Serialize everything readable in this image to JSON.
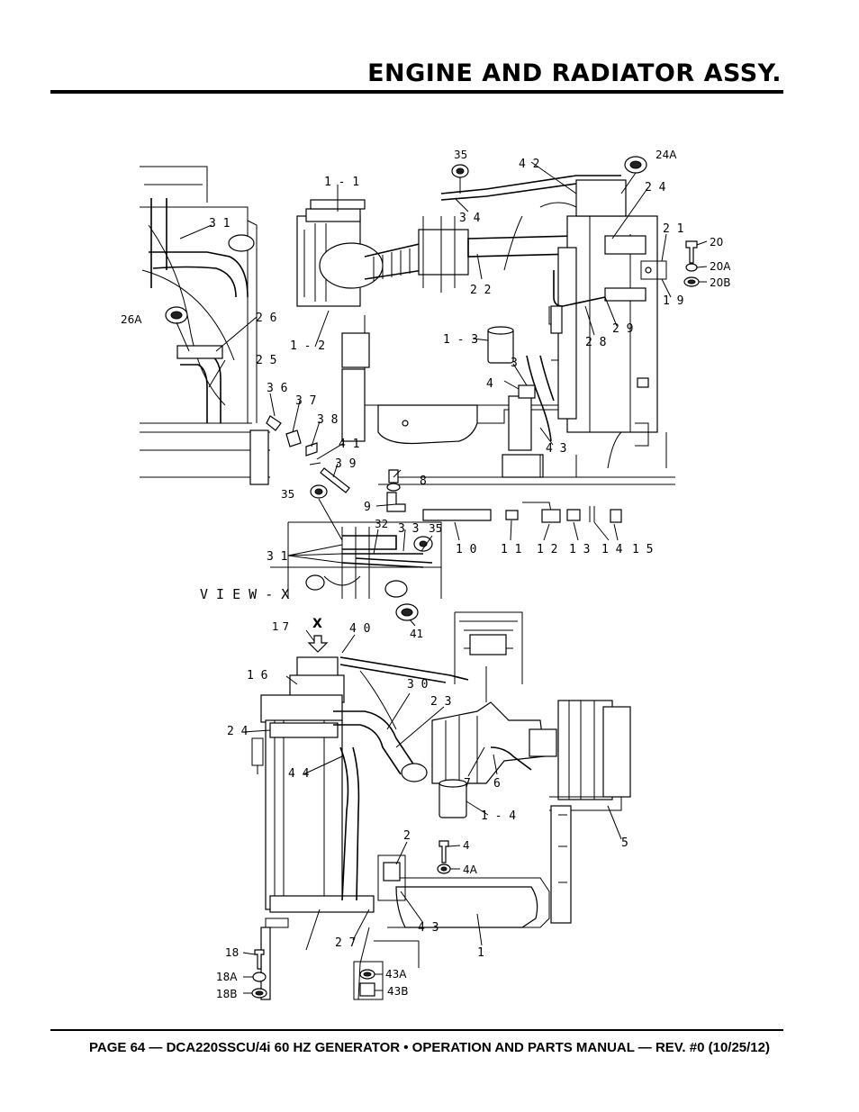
{
  "header": {
    "title": "ENGINE AND RADIATOR ASSY."
  },
  "footer": {
    "text": "PAGE 64 — DCA220SSCU/4i 60 HZ GENERATOR • OPERATION AND PARTS MANUAL — REV. #0 (10/25/12)"
  },
  "diagram": {
    "view_label": "V I E W - X",
    "arrow_label": "X",
    "callouts": {
      "c35a": "35",
      "c24A": "24A",
      "c42": "4 2",
      "c24": "2 4",
      "c1_1": "1 - 1",
      "c34": "3 4",
      "c31a": "3 1",
      "c21": "2 1",
      "c20": "20",
      "c20A": "20A",
      "c20B": "20B",
      "c19": "1 9",
      "c22": "2 2",
      "c26A": "26A",
      "c26": "2 6",
      "c1_2": "1 - 2",
      "c29": "2 9",
      "c28": "2 8",
      "c1_3": "1 - 3",
      "c25": "2 5",
      "c3": "3",
      "c4a": "4",
      "c36": "3 6",
      "c37": "3 7",
      "c38": "3 8",
      "c43a": "4 3",
      "c41a": "4 1",
      "c39": "3 9",
      "c8": "8",
      "c35b": "35",
      "c9": "9",
      "c32": "32",
      "c33": "3 3",
      "c35c": "35",
      "c31b": "3 1",
      "c10": "1 0",
      "c11": "1 1",
      "c12": "1 2",
      "c13": "1 3",
      "c14": "1 4",
      "c15": "1 5",
      "c41b": "41",
      "c17": "1 7",
      "c40": "4 0",
      "c16": "1 6",
      "c30": "3 0",
      "c23": "2 3",
      "c24b": "2 4",
      "c44": "4 4",
      "c7": "7",
      "c6": "6",
      "c1_4": "1 - 4",
      "c5": "5",
      "c2": "2",
      "c4b": "4",
      "c4A": "4A",
      "c43b": "4 3",
      "c27": "2 7",
      "c1": "1",
      "c18": "18",
      "c18A": "18A",
      "c18B": "18B",
      "c43A": "43A",
      "c43B": "43B"
    }
  }
}
